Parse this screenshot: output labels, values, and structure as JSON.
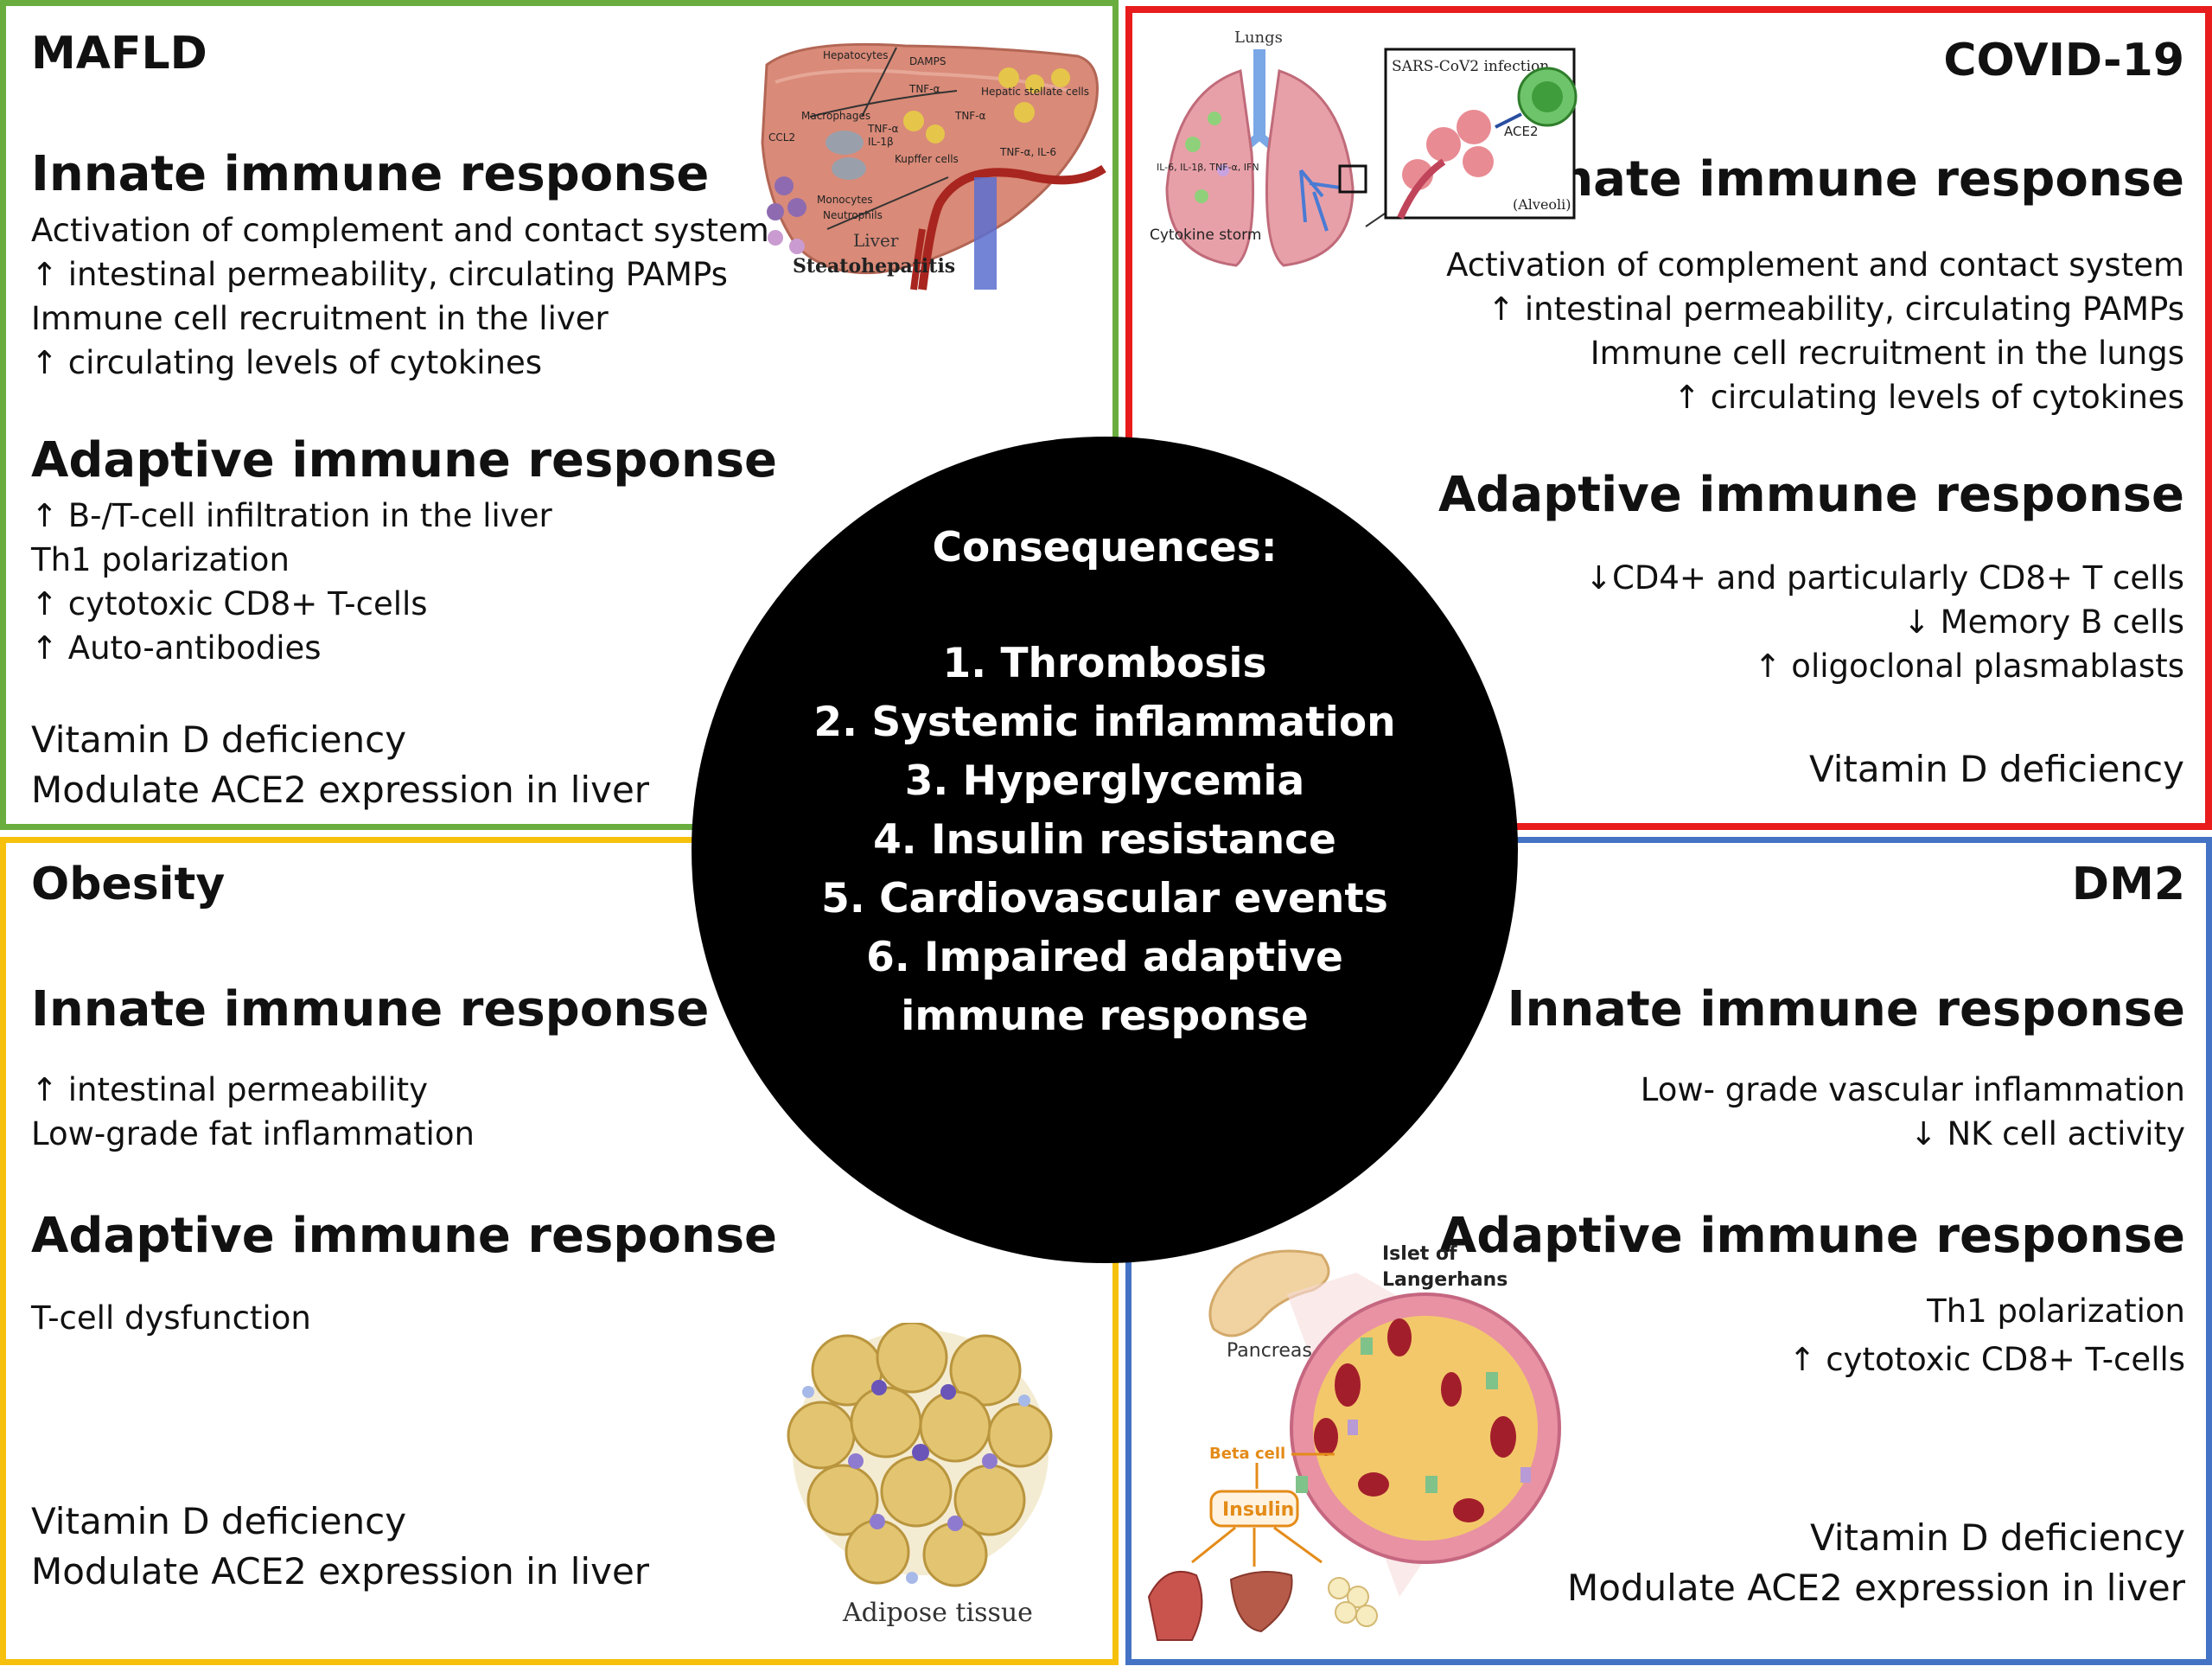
{
  "mafld": {
    "title": "MAFLD",
    "innate_heading": "Innate immune response",
    "innate_items": [
      "Activation of complement and contact system",
      "↑ intestinal permeability, circulating PAMPs",
      "Immune cell recruitment in the liver",
      "↑ circulating levels of cytokines"
    ],
    "adaptive_heading": "Adaptive immune response",
    "adaptive_items": [
      "↑ B-/T-cell infiltration in the liver",
      "Th1 polarization",
      "↑ cytotoxic CD8+ T-cells",
      "↑ Auto-antibodies"
    ],
    "extra": [
      "Vitamin D deficiency",
      "Modulate ACE2 expression in liver"
    ],
    "illustration": {
      "labels": [
        "Hepatocytes",
        "DAMPS",
        "TNF-α",
        "Hepatic stellate cells",
        "Macrophages",
        "CCL2",
        "TNF-α",
        "IL-1β",
        "TNF-α",
        "Kupffer cells",
        "TNF-α, IL-6",
        "Monocytes",
        "Neutrophils",
        "Liver"
      ],
      "caption": "Steatohepatitis"
    }
  },
  "covid": {
    "title": "COVID-19",
    "innate_heading": "Innate immune response",
    "innate_items": [
      "Activation of complement and contact system",
      "↑ intestinal permeability, circulating PAMPs",
      "Immune cell recruitment in the lungs",
      "↑ circulating levels of cytokines"
    ],
    "adaptive_heading": "Adaptive immune response",
    "adaptive_items": [
      "↓CD4+ and particularly CD8+ T cells",
      "↓ Memory B cells",
      "↑ oligoclonal plasmablasts"
    ],
    "extra": [
      "Vitamin D deficiency"
    ],
    "illustration": {
      "lungs_label": "Lungs",
      "infection_label": "SARS-CoV2 infection",
      "ace2_label": "ACE2",
      "alveoli_label": "(Alveoli)",
      "cytokines_label": "IL-6, IL-1β, TNF-α, IFN",
      "storm_label": "Cytokine storm"
    }
  },
  "obesity": {
    "title": "Obesity",
    "innate_heading": "Innate immune response",
    "innate_items": [
      "↑ intestinal permeability",
      "Low-grade fat inflammation"
    ],
    "adaptive_heading": "Adaptive immune response",
    "adaptive_items": [
      "T-cell dysfunction"
    ],
    "extra": [
      "Vitamin D deficiency",
      "Modulate ACE2 expression in liver"
    ],
    "illustration": {
      "caption": "Adipose tissue"
    }
  },
  "dm2": {
    "title": "DM2",
    "innate_heading": "Innate immune response",
    "innate_items": [
      "Low- grade vascular inflammation",
      "↓ NK cell activity"
    ],
    "adaptive_heading": "Adaptive immune response",
    "adaptive_items": [
      "Th1 polarization",
      "↑ cytotoxic CD8+ T-cells"
    ],
    "extra": [
      "Vitamin D deficiency",
      "Modulate ACE2 expression in liver"
    ],
    "illustration": {
      "islet_label": "Islet of Langerhans",
      "pancreas_label": "Pancreas",
      "beta_label": "Beta cell",
      "insulin_label": "Insulin"
    }
  },
  "center": {
    "heading": "Consequences:",
    "items": [
      "1. Thrombosis",
      "2. Systemic inflammation",
      "3. Hyperglycemia",
      "4. Insulin resistance",
      "5. Cardiovascular events",
      "6. Impaired adaptive",
      "immune response"
    ]
  },
  "colors": {
    "mafld": "#6aad3f",
    "covid": "#e81c1c",
    "obesity": "#f6c10c",
    "dm2": "#4472c4",
    "center": "#000000"
  }
}
